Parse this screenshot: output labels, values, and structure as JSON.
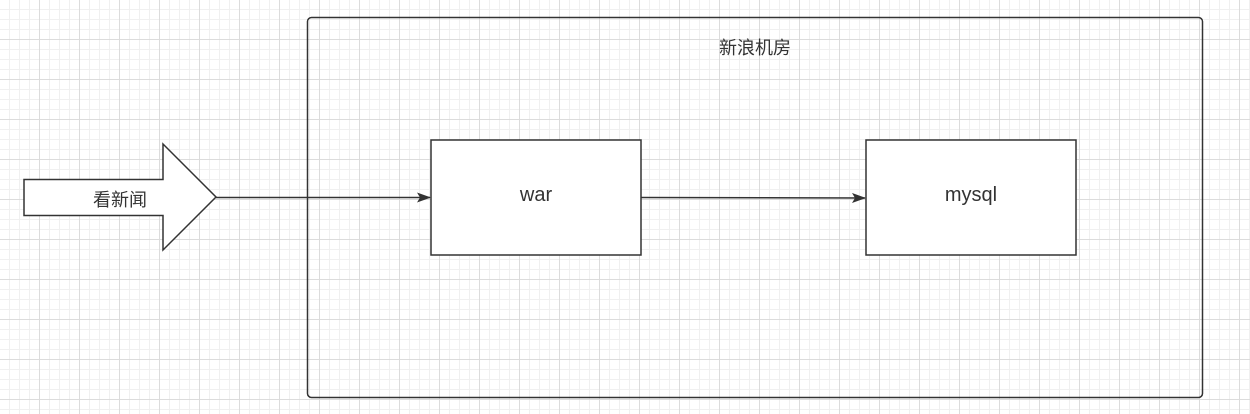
{
  "diagram": {
    "container": {
      "title": "新浪机房"
    },
    "user_arrow": {
      "label": "看新闻"
    },
    "nodes": {
      "war": "war",
      "mysql": "mysql"
    },
    "colors": {
      "stroke": "#333333",
      "background": "#ffffff",
      "grid": "#e6e6e6"
    }
  }
}
